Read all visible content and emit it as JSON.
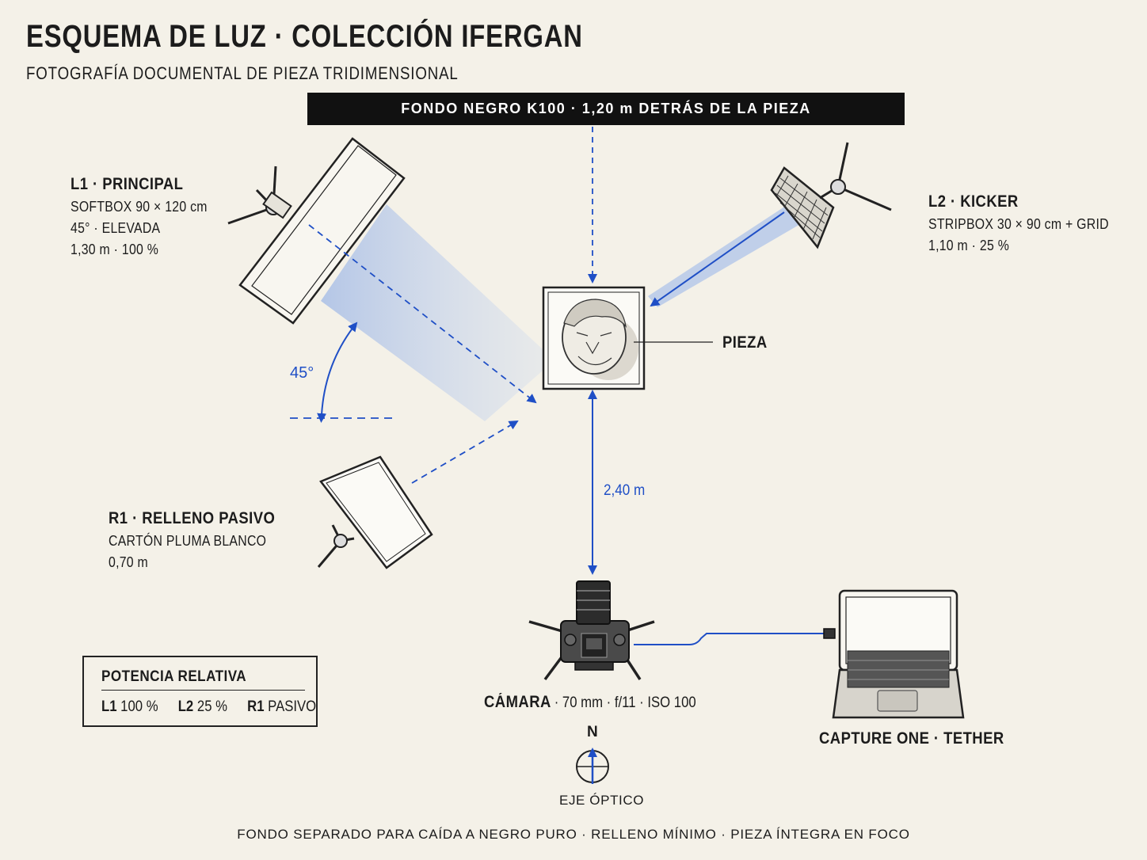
{
  "header": {
    "title": "ESQUEMA DE LUZ · COLECCIÓN IFERGAN",
    "subtitle": "FOTOGRAFÍA DOCUMENTAL DE PIEZA TRIDIMENSIONAL"
  },
  "backdrop": {
    "label": "FONDO NEGRO K100 · 1,20 m DETRÁS DE LA PIEZA"
  },
  "lights": {
    "l1": {
      "title": "L1 · PRINCIPAL",
      "lines": [
        "SOFTBOX 90 × 120 cm",
        "45° · ELEVADA",
        "1,30 m · 100 %"
      ]
    },
    "l2": {
      "title": "L2 · KICKER",
      "lines": [
        "STRIPBOX 30 × 90 cm + GRID",
        "1,10 m · 25 %"
      ]
    },
    "r1": {
      "title": "R1 · RELLENO PASIVO",
      "lines": [
        "CARTÓN PLUMA BLANCO",
        "0,70 m"
      ]
    }
  },
  "angle_label": "45°",
  "subject_label": "PIEZA",
  "distance_label": "2,40 m",
  "camera": {
    "name": "CÁMARA",
    "settings": "· 70 mm · f/11 · ISO 100"
  },
  "tether_label": "CAPTURE ONE · TETHER",
  "compass": {
    "north": "N",
    "axis_label": "EJE ÓPTICO"
  },
  "power_table": {
    "title": "POTENCIA RELATIVA",
    "entries": [
      {
        "key": "L1",
        "value": "100 %"
      },
      {
        "key": "L2",
        "value": "25 %"
      },
      {
        "key": "R1",
        "value": "PASIVO"
      }
    ]
  },
  "footer": "FONDO SEPARADO PARA CAÍDA A NEGRO PURO · RELLENO MÍNIMO · PIEZA ÍNTEGRA EN FOCO",
  "colors": {
    "background": "#f4f1e8",
    "accent_blue": "#1f4fc6",
    "ink": "#1c1c1c",
    "backdrop": "#111111"
  }
}
